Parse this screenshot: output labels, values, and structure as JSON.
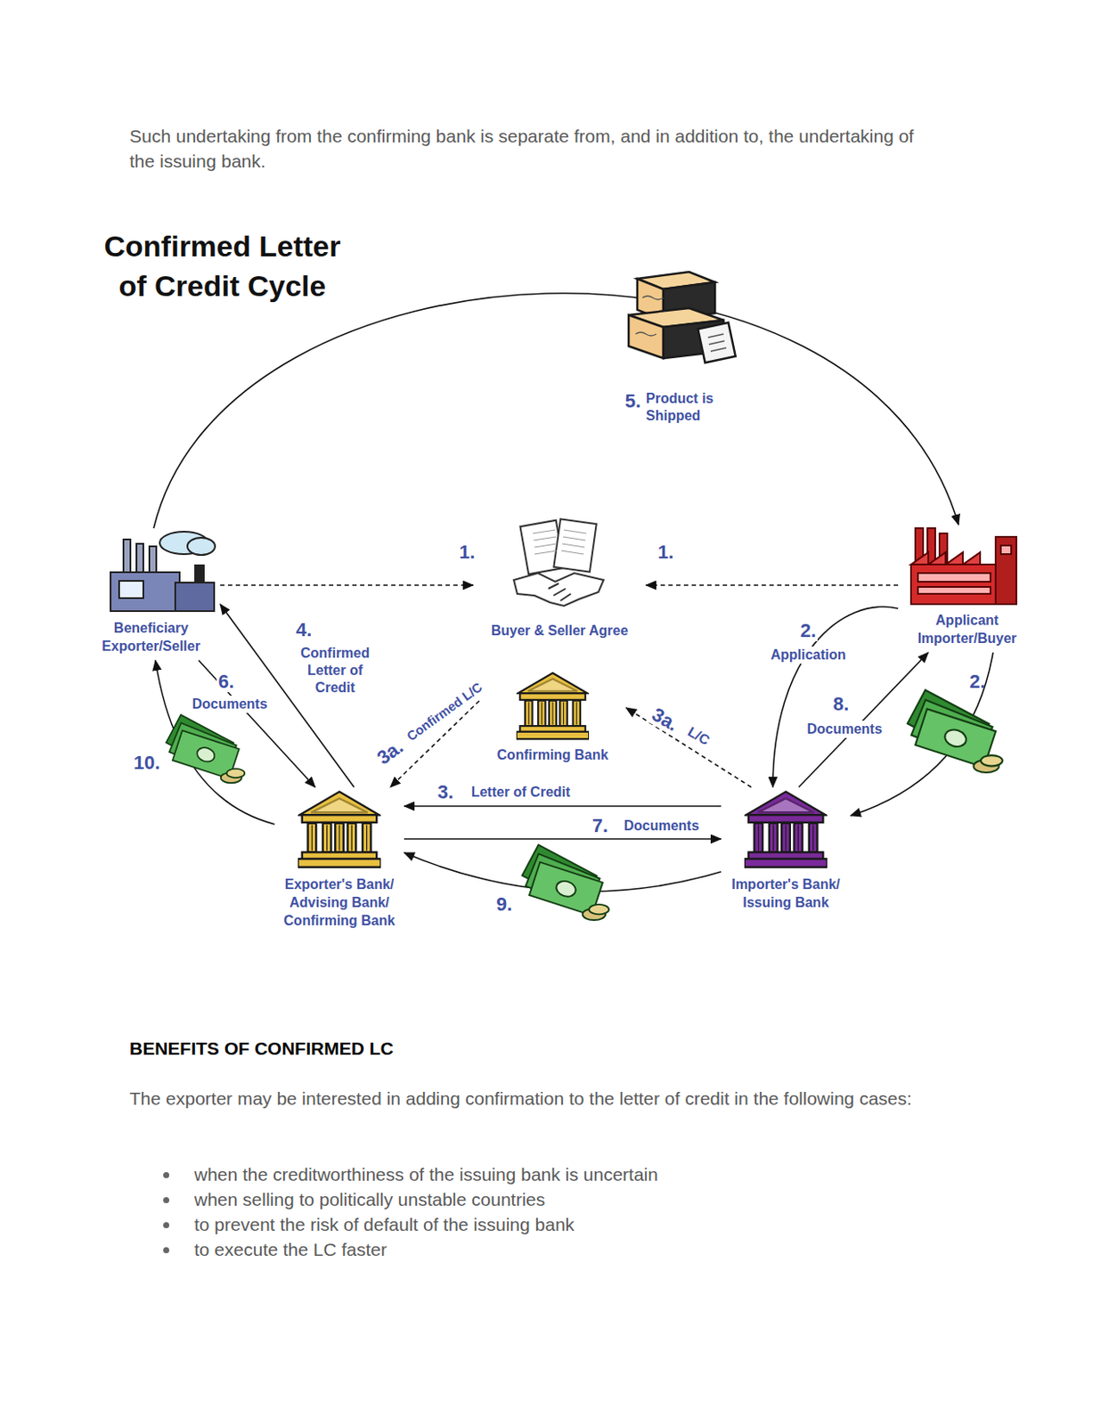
{
  "diagram": {
    "title": "Confirmed Letter of Credit Cycle",
    "nodes": [
      {
        "text": [
          "Beneficiary Exporter/Seller"
        ]
      },
      {
        "text": [
          "Buyer & Seller Agree"
        ]
      },
      {
        "text": [
          "Applicant Importer/Buyer"
        ]
      },
      {
        "text": [
          "Confirming Bank"
        ]
      },
      {
        "text": [
          "Exporter's Bank/ Advising Bank/ Confirming Bank"
        ]
      },
      {
        "text": [
          "Importer's Bank/ Issuing Bank"
        ]
      }
    ],
    "edges": [
      {
        "from": 0,
        "to": 1,
        "arrow": "to"
      },
      {
        "from": 2,
        "to": 1,
        "arrow": "to"
      },
      {
        "from": 0,
        "to": 2,
        "label": "Product is Shipped",
        "arrow": "to"
      },
      {
        "from": 2,
        "to": 5,
        "label": "Application",
        "arrow": "to"
      },
      {
        "from": 5,
        "to": 2,
        "label": "Documents",
        "arrow": "to"
      },
      {
        "from": 2,
        "to": 5,
        "arrow": "to"
      },
      {
        "from": 5,
        "to": 4,
        "label": "Letter of Credit",
        "arrow": "to"
      },
      {
        "from": 4,
        "to": 5,
        "label": "Documents",
        "arrow": "to"
      },
      {
        "from": 5,
        "to": 4,
        "arrow": "to"
      },
      {
        "from": 5,
        "to": 3,
        "label": "L/C",
        "arrow": "to"
      },
      {
        "from": 3,
        "to": 4,
        "label": "Confirmed L/C",
        "arrow": "to"
      },
      {
        "from": 4,
        "to": 0,
        "label": "Confirmed Letter of Credit",
        "arrow": "to"
      },
      {
        "from": 0,
        "to": 4,
        "label": "Documents",
        "arrow": "to"
      },
      {
        "from": 4,
        "to": 0,
        "arrow": "to"
      }
    ],
    "labels": [
      "Such undertaking from the confirming bank is separate from, and in addition to, the undertaking of the issuing bank.",
      "1.",
      "1.",
      "5.",
      "2.",
      "2.",
      "8.",
      "3.",
      "7.",
      "9.",
      "3a.",
      "3a.",
      "4.",
      "6.",
      "10.",
      "BENEFITS OF CONFIRMED LC",
      "The exporter may be interested in adding confirmation to the letter of credit in the following cases:",
      "when the creditworthiness of the issuing bank is uncertain",
      "when selling to politically unstable countries",
      "to prevent the risk of default of the issuing bank",
      "to execute the LC faster"
    ]
  }
}
